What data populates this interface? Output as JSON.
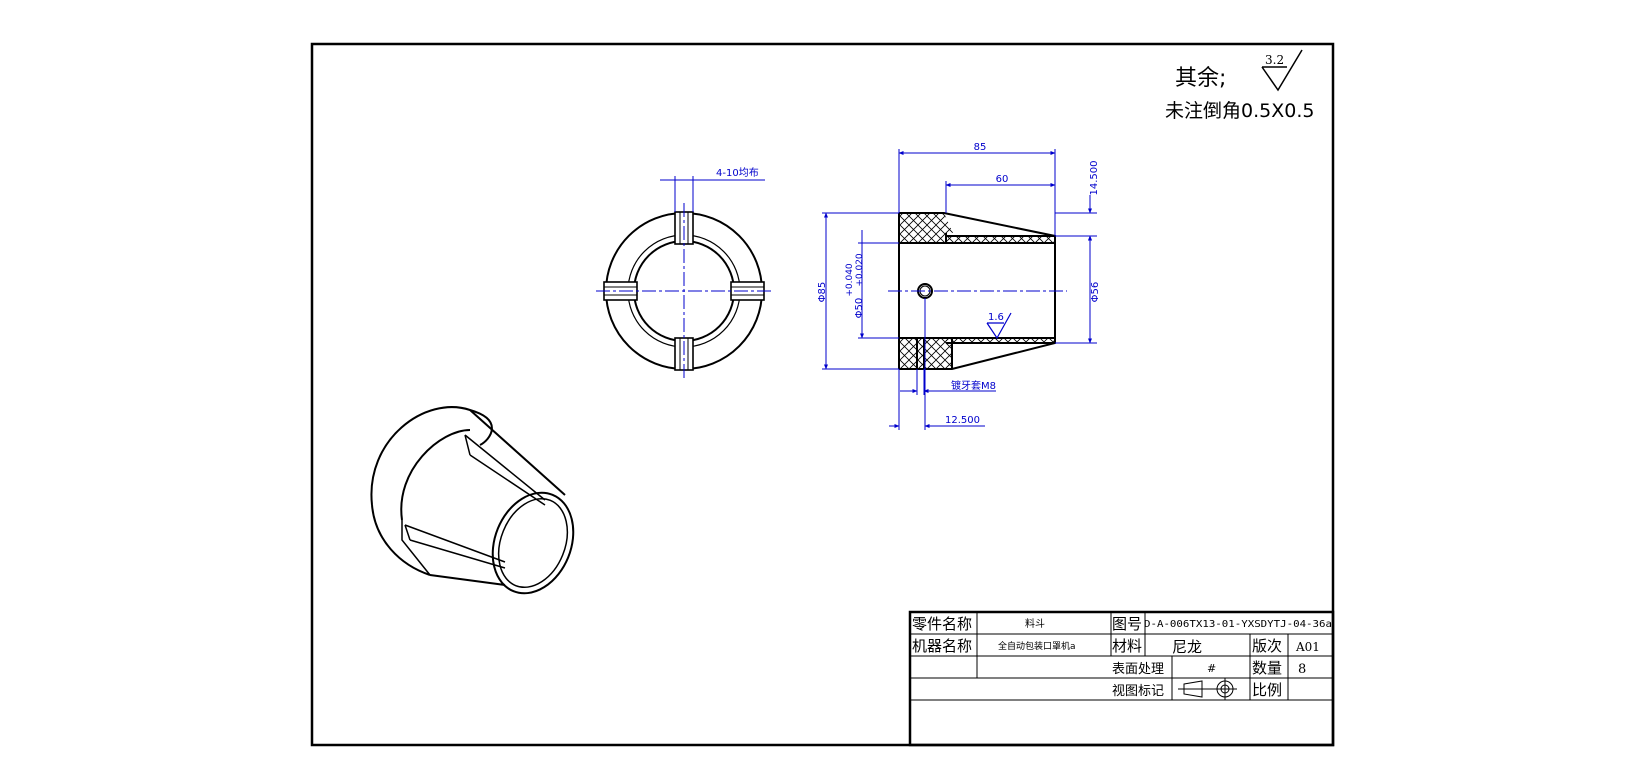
{
  "notes": {
    "rest_label": "其余;",
    "roughness_main": "3.2",
    "chamfer_note": "未注倒角0.5X0.5"
  },
  "front_view": {
    "slot_note": "4-10均布"
  },
  "section_view": {
    "dim_length_total": "85",
    "dim_length_cone": "60",
    "dim_top_step": "14.500",
    "dim_outer_dia": "Φ85",
    "dim_bore_dia": "Φ50",
    "dim_bore_tol_upper": "+0.040",
    "dim_bore_tol_lower": "+0.020",
    "dim_cone_dia": "Φ56",
    "roughness_inner": "1.6",
    "tap_note": "镀牙套M8",
    "dim_hole_pos": "12.500"
  },
  "title_block": {
    "part_name_label": "零件名称",
    "part_name_value": "料斗",
    "drawing_no_label": "图号",
    "drawing_no_value": "D-A-006TX13-01-YXSDYTJ-04-36a",
    "machine_name_label": "机器名称",
    "machine_name_value": "全自动包装口罩机a",
    "material_label": "材料",
    "material_value": "尼龙",
    "revision_label": "版次",
    "revision_value": "A01",
    "surface_label": "表面处理",
    "surface_value": "#",
    "quantity_label": "数量",
    "quantity_value": "8",
    "view_mark_label": "视图标记",
    "scale_label": "比例",
    "scale_value": ""
  },
  "colors": {
    "line": "#000000",
    "dimension": "#0000cc",
    "center": "#0000cc"
  }
}
